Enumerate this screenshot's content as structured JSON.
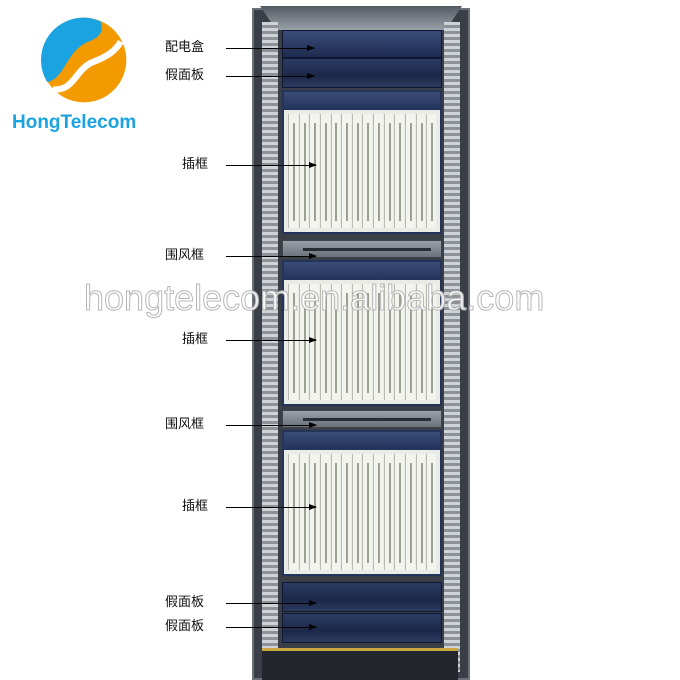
{
  "logo": {
    "brand": "HongTelecom",
    "colors": {
      "blue": "#1aa3e0",
      "orange": "#f29a00"
    }
  },
  "watermark": "hongtelecom.en.alibaba.com",
  "labels": {
    "power_box": "配电盒",
    "dummy_panel_top": "假面板",
    "subrack_1": "插框",
    "air_baffle_1": "围风框",
    "subrack_2": "插框",
    "air_baffle_2": "围风框",
    "subrack_3": "插框",
    "dummy_panel_bottom_1": "假面板",
    "dummy_panel_bottom_2": "假面板"
  }
}
